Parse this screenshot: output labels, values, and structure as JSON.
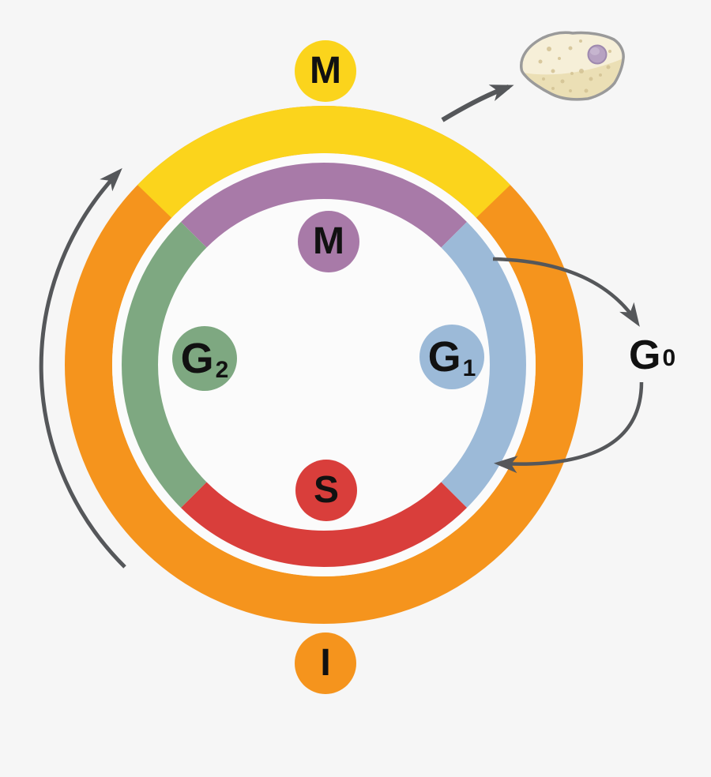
{
  "colors": {
    "background": "#F6F6F6",
    "disc": "#FBFBFB",
    "yellow": "#FBD41C",
    "orange": "#F5941D",
    "purple": "#A87AA8",
    "blue": "#9CBAD8",
    "green": "#7EA881",
    "red": "#D93E3B",
    "arrow": "#55575A",
    "text": "#111111",
    "cell_body": "#EBDFB5",
    "cell_highlight": "#F6EFD8",
    "cell_outline": "#9A9A9A",
    "cell_granule": "#D3C293",
    "nucleus_fill": "#B7A2C2",
    "nucleus_edge": "#9E89AE"
  },
  "outer_ring": {
    "mitosis": {
      "label": "M",
      "color": "#FBD41C"
    },
    "interphase": {
      "label": "I",
      "color": "#F5941D"
    }
  },
  "inner_ring": {
    "mitosis": {
      "label": "M",
      "color": "#A87AA8"
    },
    "g1": {
      "label": "G",
      "sub": "1",
      "color": "#9CBAD8"
    },
    "s": {
      "label": "S",
      "color": "#D93E3B"
    },
    "g2": {
      "label": "G",
      "sub": "2",
      "color": "#7EA881"
    }
  },
  "g0": {
    "label": "G",
    "sub": "0"
  }
}
